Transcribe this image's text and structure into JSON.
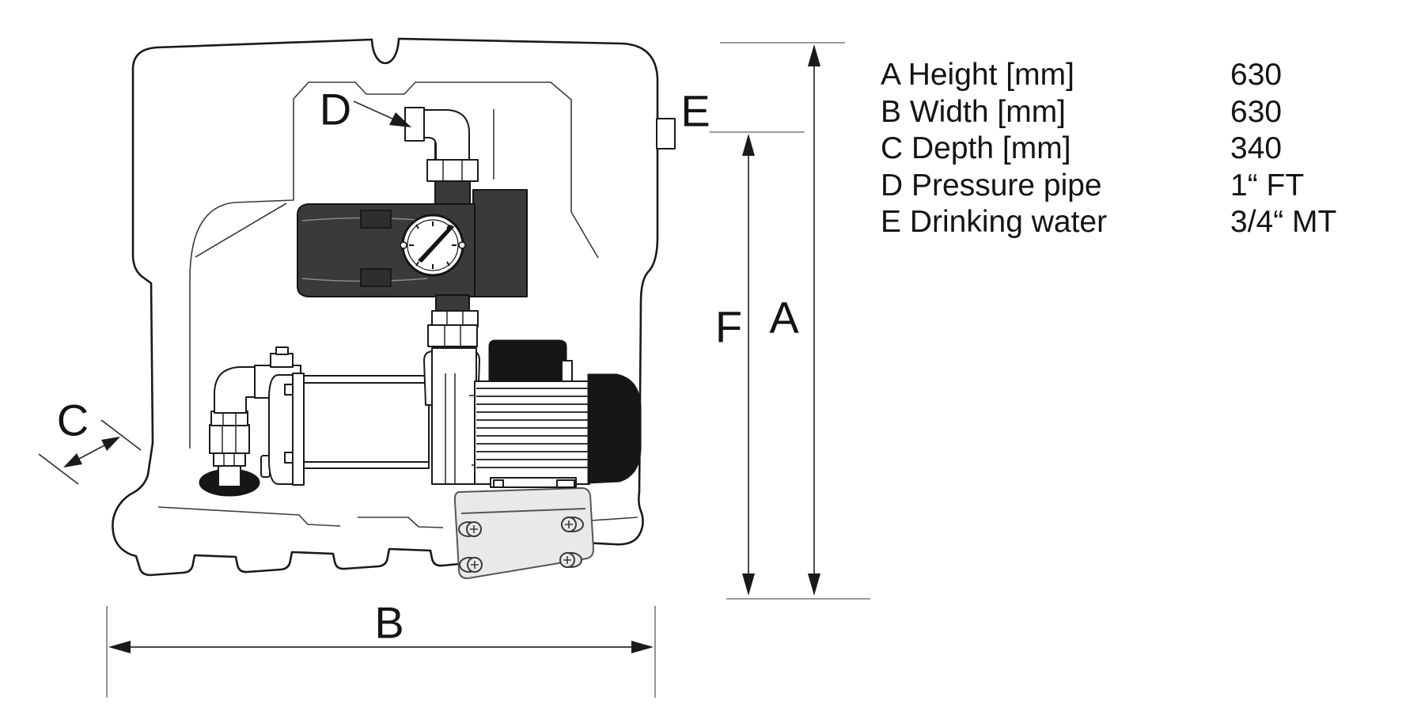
{
  "diagram": {
    "letters": {
      "A": "A",
      "B": "B",
      "C": "C",
      "D": "D",
      "E": "E",
      "F": "F"
    }
  },
  "legend": {
    "rows": [
      {
        "key": "A",
        "label": "A Height [mm]",
        "value": "630"
      },
      {
        "key": "B",
        "label": "B Width [mm]",
        "value": "630"
      },
      {
        "key": "C",
        "label": "C Depth [mm]",
        "value": "340"
      },
      {
        "key": "D",
        "label": "D Pressure pipe",
        "value": "1“ FT"
      },
      {
        "key": "E",
        "label": "E Drinking water",
        "value": "3/4“ MT"
      }
    ]
  },
  "colors": {
    "background": "#ffffff",
    "line": "#1a1a1a",
    "controller_body": "#3a3a3a",
    "black_parts": "#161616",
    "base_plate": "#e9e9e9"
  }
}
